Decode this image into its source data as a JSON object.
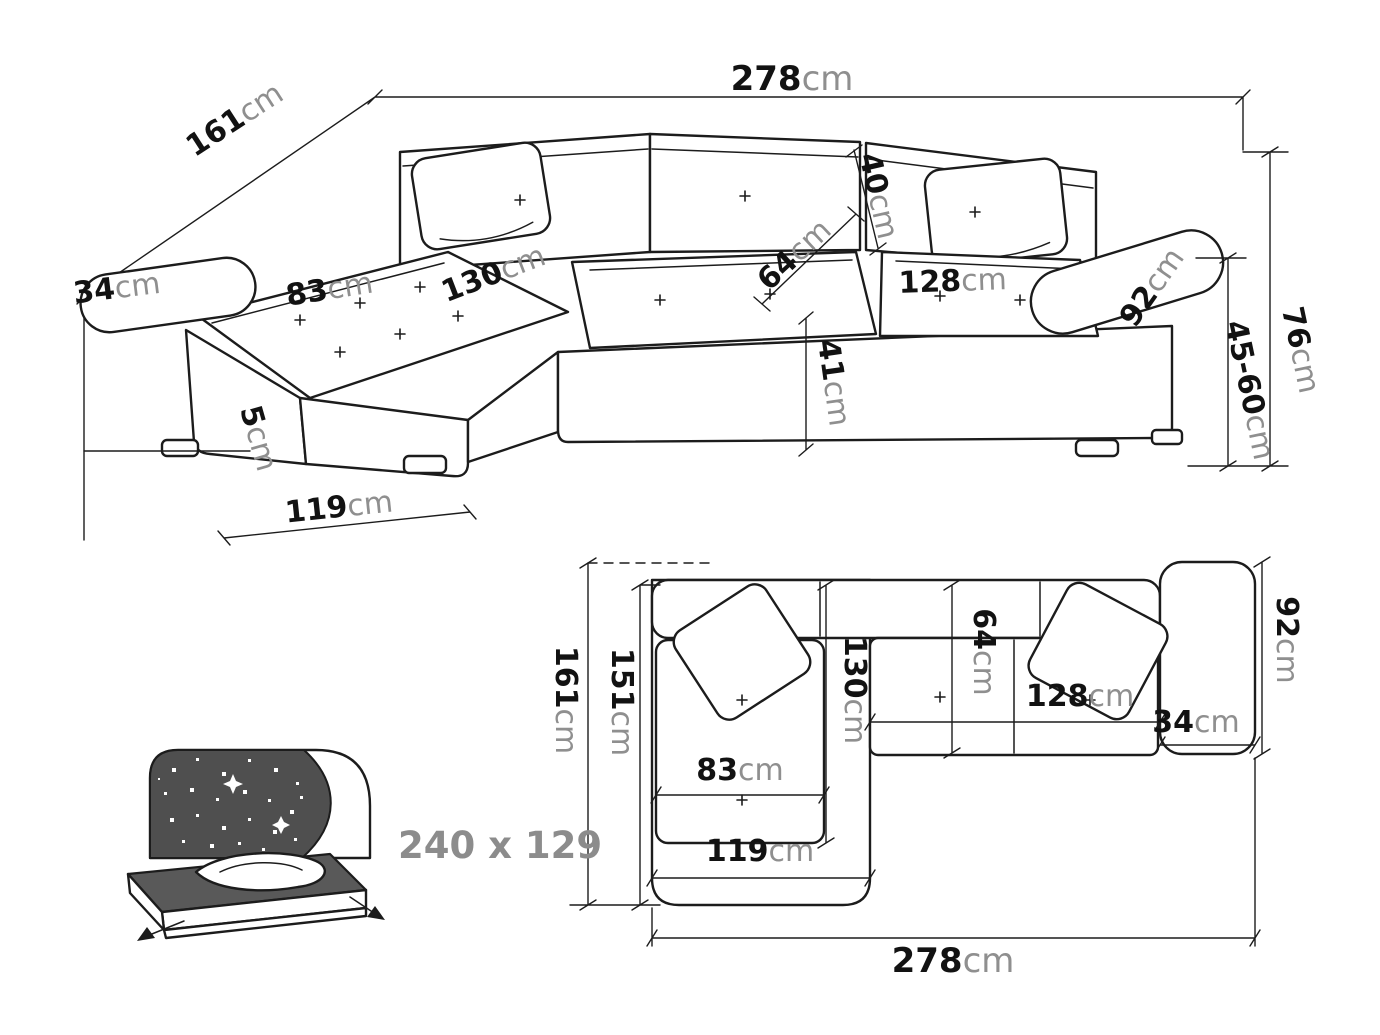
{
  "perspective": {
    "width_total": {
      "value": "278",
      "unit": "cm"
    },
    "depth_total": {
      "value": "161",
      "unit": "cm"
    },
    "backrest_cushion_height": {
      "value": "40",
      "unit": "cm"
    },
    "seat_depth": {
      "value": "64",
      "unit": "cm"
    },
    "chaise_cushion_length": {
      "value": "130",
      "unit": "cm"
    },
    "chaise_cushion_width": {
      "value": "83",
      "unit": "cm"
    },
    "armrest_width": {
      "value": "34",
      "unit": "cm"
    },
    "seat_width": {
      "value": "128",
      "unit": "cm"
    },
    "armrest_length": {
      "value": "92",
      "unit": "cm"
    },
    "total_height": {
      "value": "76",
      "unit": "cm"
    },
    "armrest_height_range": {
      "value": "45-60",
      "unit": "cm"
    },
    "seat_height": {
      "value": "41",
      "unit": "cm"
    },
    "leg_height": {
      "value": "5",
      "unit": "cm"
    },
    "chaise_length": {
      "value": "119",
      "unit": "cm"
    }
  },
  "plan": {
    "depth_total": {
      "value": "161",
      "unit": "cm"
    },
    "depth_inner": {
      "value": "151",
      "unit": "cm"
    },
    "chaise_cushion_length": {
      "value": "130",
      "unit": "cm"
    },
    "seat_depth": {
      "value": "64",
      "unit": "cm"
    },
    "chaise_cushion_width": {
      "value": "83",
      "unit": "cm"
    },
    "seat_width": {
      "value": "128",
      "unit": "cm"
    },
    "armrest_width": {
      "value": "34",
      "unit": "cm"
    },
    "armrest_length": {
      "value": "92",
      "unit": "cm"
    },
    "chaise_length": {
      "value": "119",
      "unit": "cm"
    },
    "width_total": {
      "value": "278",
      "unit": "cm"
    }
  },
  "sleeping": {
    "dimensions": "240 x 129"
  },
  "colors": {
    "line": "#1c1c1c",
    "dimension_value": "#121212",
    "dimension_unit": "#8f8f8f",
    "sleeping_text": "#8c8c8c",
    "night_fill": "#4f4f4f",
    "mattress_top": "#595959"
  }
}
